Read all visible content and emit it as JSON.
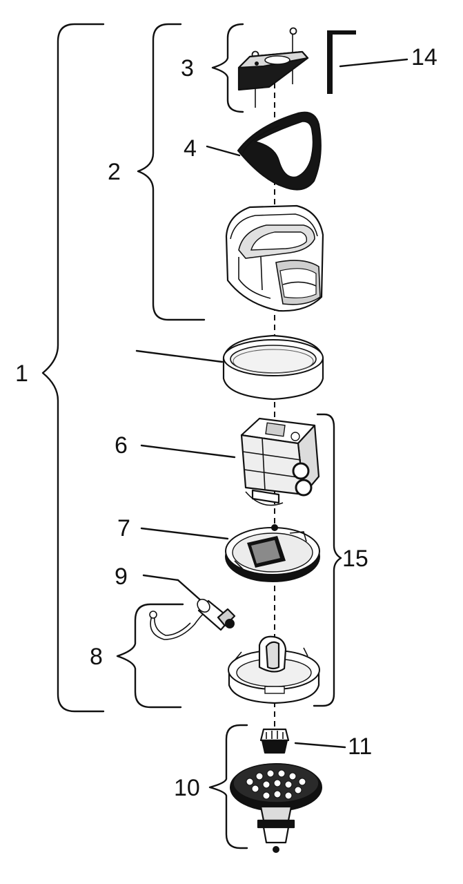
{
  "diagram": {
    "callouts": [
      {
        "id": "c1",
        "text": "1"
      },
      {
        "id": "c2",
        "text": "2"
      },
      {
        "id": "c3",
        "text": "3"
      },
      {
        "id": "c4",
        "text": "4"
      },
      {
        "id": "c6",
        "text": "6"
      },
      {
        "id": "c7",
        "text": "7"
      },
      {
        "id": "c8",
        "text": "8"
      },
      {
        "id": "c9",
        "text": "9"
      },
      {
        "id": "c10",
        "text": "10"
      },
      {
        "id": "c11",
        "text": "11"
      },
      {
        "id": "c14",
        "text": "14"
      },
      {
        "id": "c15",
        "text": "15"
      }
    ]
  }
}
